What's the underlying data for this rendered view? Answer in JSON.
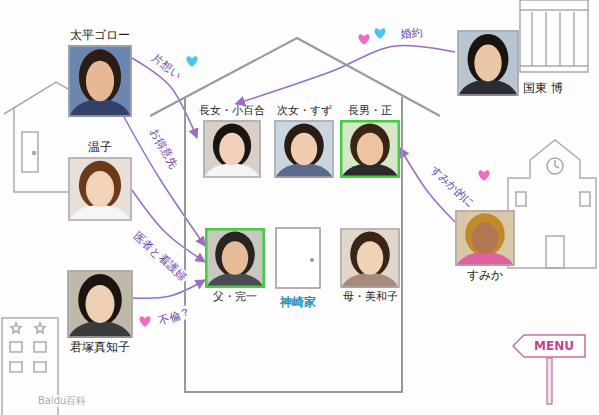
{
  "diagram": {
    "nodes": [
      {
        "text": [
          "太平ゴロー"
        ]
      },
      {
        "text": [
          "神崎家"
        ]
      },
      {
        "text": [
          "長女・小百合"
        ],
        "in": 1
      },
      {
        "text": [
          "次女・すず"
        ],
        "in": 1
      },
      {
        "text": [
          "長男・正"
        ],
        "in": 1
      },
      {
        "text": [
          "父・完一"
        ],
        "in": 1
      },
      {
        "text": [
          "母・美和子"
        ],
        "in": 1
      },
      {
        "text": [
          "国東 博"
        ]
      },
      {
        "text": [
          "温子"
        ]
      },
      {
        "text": [
          "すみか"
        ]
      },
      {
        "text": [
          "君塚真知子"
        ]
      },
      {
        "text": [
          "MENU"
        ]
      }
    ],
    "edges": [
      {
        "from": 0,
        "to": 2,
        "arrow": "to",
        "label": "片想い"
      },
      {
        "from": 0,
        "to": 5,
        "arrow": "to",
        "label": "お得意先"
      },
      {
        "from": 8,
        "to": 5,
        "arrow": "to",
        "label": "医者と看護婦"
      },
      {
        "from": 10,
        "to": 5,
        "arrow": "to",
        "label": "不倫？"
      },
      {
        "from": 7,
        "to": 2,
        "arrow": "to",
        "label": "婚約"
      },
      {
        "from": 9,
        "to": 4,
        "arrow": "to",
        "label": "すみか的に"
      }
    ],
    "labels": [
      "Baidu百科"
    ]
  }
}
